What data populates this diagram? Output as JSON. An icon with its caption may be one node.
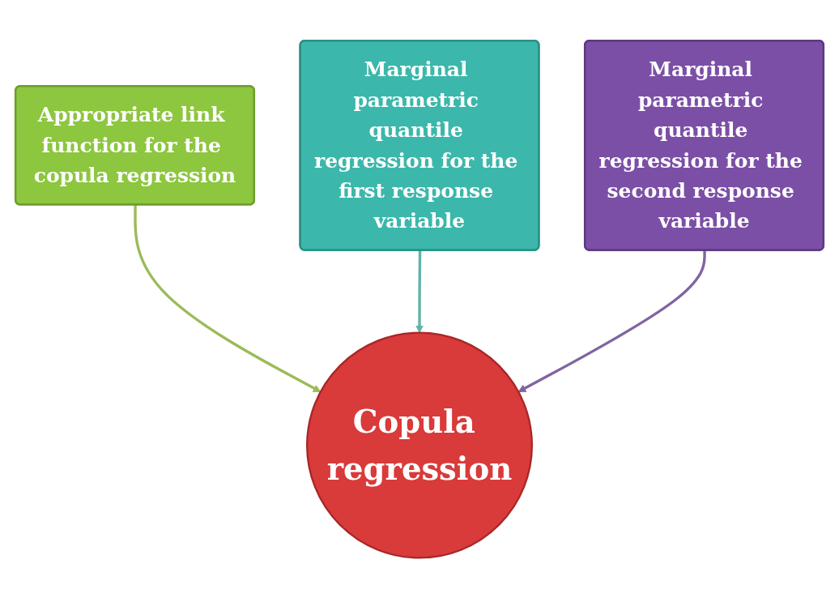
{
  "diagram": {
    "nodes": [
      {
        "text": [
          "Appropriate link function for the copula regression"
        ]
      },
      {
        "text": [
          "Marginal parametric quantile regression for the first response variable"
        ]
      },
      {
        "text": [
          "Marginal parametric quantile regression for the second response variable"
        ]
      },
      {
        "text": [
          "Copula regression"
        ]
      }
    ],
    "edges": [
      {
        "from": 0,
        "to": 3,
        "arrow": "to",
        "color": "#9bbb59"
      },
      {
        "from": 1,
        "to": 3,
        "arrow": "to",
        "color": "#5fb3a8"
      },
      {
        "from": 2,
        "to": 3,
        "arrow": "to",
        "color": "#8064a2"
      }
    ]
  }
}
